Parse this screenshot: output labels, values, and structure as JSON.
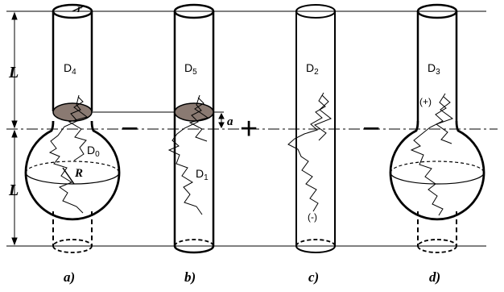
{
  "dimensions": {
    "length": "L",
    "tube_radius": "r",
    "sphere_radius": "R",
    "offset": "a"
  },
  "operators": {
    "first": "−",
    "second": "+",
    "third": "−"
  },
  "panels": [
    {
      "caption": "a)",
      "domain": "D",
      "domain_sub": "4",
      "inner_domain": "D",
      "inner_sub": "0"
    },
    {
      "caption": "b)",
      "domain": "D",
      "domain_sub": "5",
      "inner_domain": "D",
      "inner_sub": "1"
    },
    {
      "caption": "c)",
      "domain": "D",
      "domain_sub": "2",
      "sign": "(-)"
    },
    {
      "caption": "d)",
      "domain": "D",
      "domain_sub": "3",
      "sign": "(+)"
    }
  ],
  "colors": {
    "line": "#000000",
    "disk_fill": "#8a7a72",
    "background": "#ffffff"
  }
}
